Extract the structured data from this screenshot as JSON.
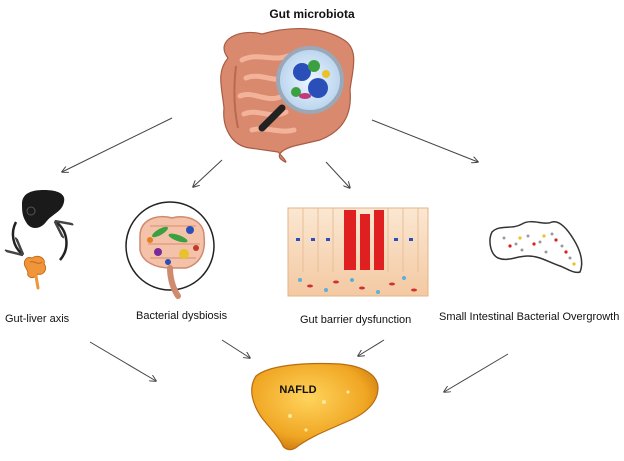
{
  "title": "Gut microbiota",
  "nodes": {
    "gut_liver_axis": "Gut-liver axis",
    "bacterial_dysbiosis": "Bacterial dysbiosis",
    "gut_barrier_dysfunction": "Gut barrier dysfunction",
    "sibo": "Small Intestinal Bacterial Overgrowth",
    "nafld": "NAFLD"
  },
  "colors": {
    "arrow": "#444444",
    "intestine": "#d98a6e",
    "liver": "#e89a1c",
    "liver_light": "#f7c24a",
    "epithelium": "#f6d6b6",
    "barrier_red": "#e02020",
    "bacteria_blue": "#2a4fb8",
    "bacteria_green": "#3aa040"
  }
}
